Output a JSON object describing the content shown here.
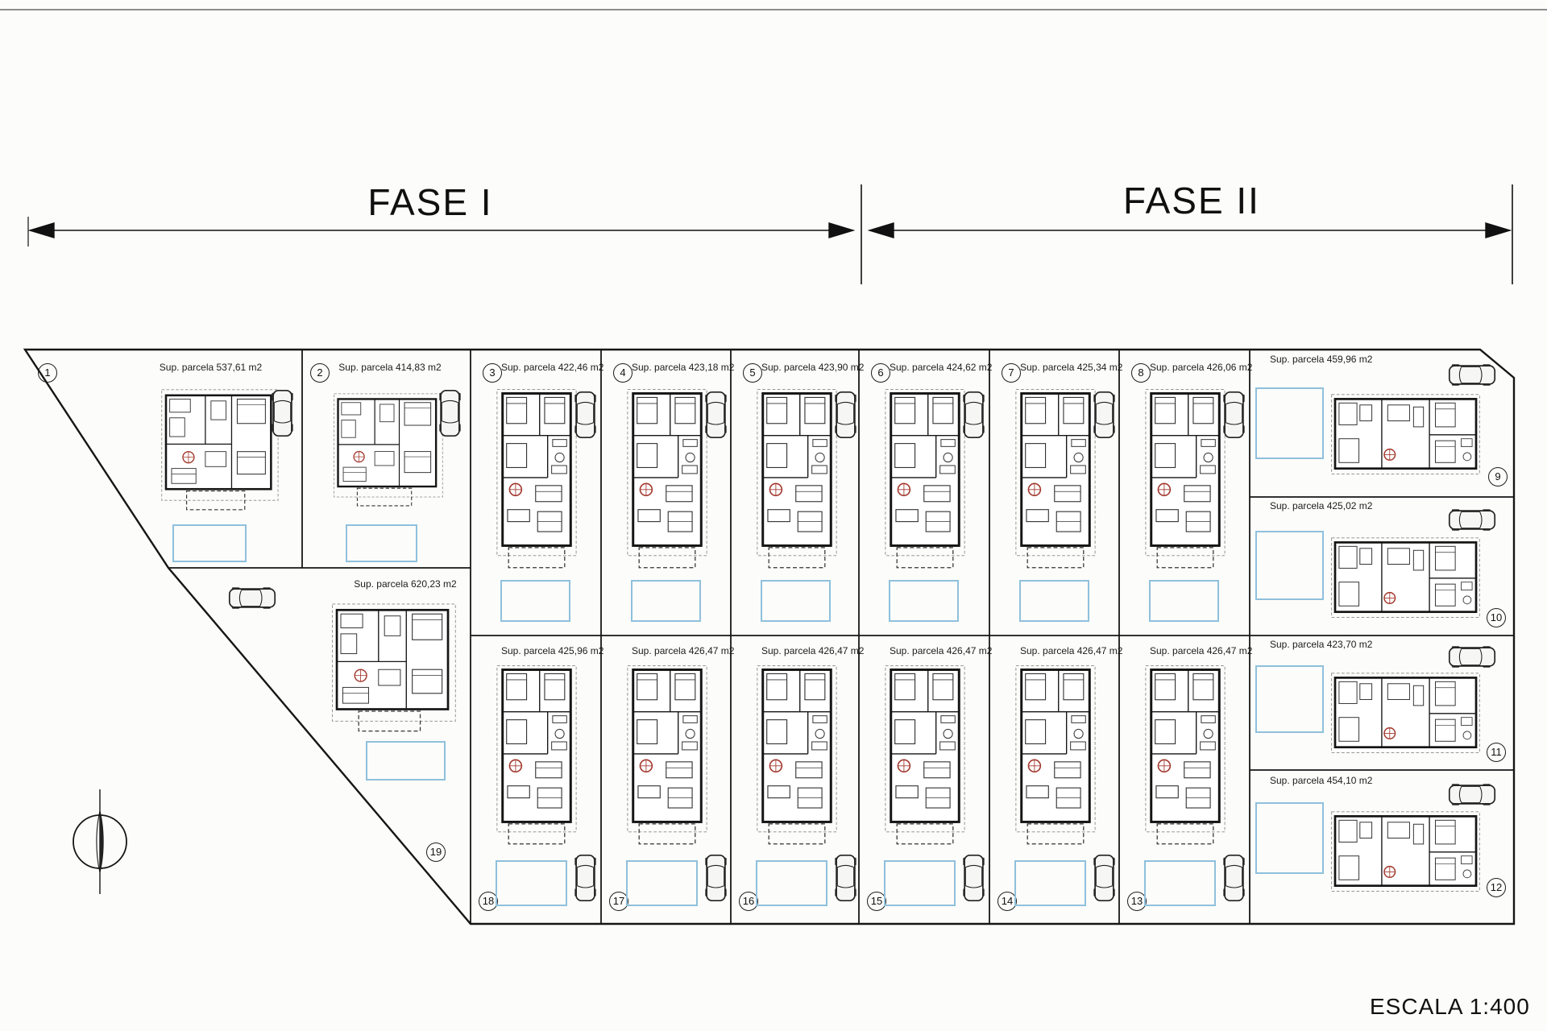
{
  "header": {
    "fase1": "FASE I",
    "fase2": "FASE II"
  },
  "footer": {
    "scale_label": "ESCALA 1:400"
  },
  "plots": [
    {
      "number": "1",
      "area_label": "Sup. parcela 537,61 m2"
    },
    {
      "number": "2",
      "area_label": "Sup. parcela 414,83 m2"
    },
    {
      "number": "3",
      "area_label": "Sup. parcela 422,46 m2"
    },
    {
      "number": "4",
      "area_label": "Sup. parcela 423,18 m2"
    },
    {
      "number": "5",
      "area_label": "Sup. parcela 423,90 m2"
    },
    {
      "number": "6",
      "area_label": "Sup. parcela 424,62 m2"
    },
    {
      "number": "7",
      "area_label": "Sup. parcela 425,34 m2"
    },
    {
      "number": "8",
      "area_label": "Sup. parcela 426,06 m2"
    },
    {
      "number": "9",
      "area_label": "Sup. parcela 459,96 m2"
    },
    {
      "number": "10",
      "area_label": "Sup. parcela 425,02 m2"
    },
    {
      "number": "11",
      "area_label": "Sup. parcela 423,70 m2"
    },
    {
      "number": "12",
      "area_label": "Sup. parcela 454,10 m2"
    },
    {
      "number": "13",
      "area_label": "Sup. parcela 426,47 m2"
    },
    {
      "number": "14",
      "area_label": "Sup. parcela 426,47 m2"
    },
    {
      "number": "15",
      "area_label": "Sup. parcela 426,47 m2"
    },
    {
      "number": "16",
      "area_label": "Sup. parcela 426,47 m2"
    },
    {
      "number": "17",
      "area_label": "Sup. parcela 426,47 m2"
    },
    {
      "number": "18",
      "area_label": "Sup. parcela 425,96 m2"
    },
    {
      "number": "19",
      "area_label": "Sup. parcela 620,23 m2"
    }
  ],
  "colors": {
    "pool_outline": "#8fc0dd",
    "linework": "#161616",
    "accent_red": "#a3392e"
  }
}
